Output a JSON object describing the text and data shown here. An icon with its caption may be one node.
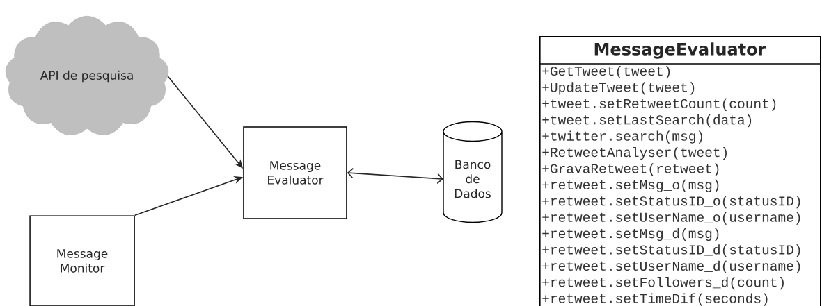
{
  "diagram": {
    "nodes": [
      {
        "text": [
          "API de pesquisa"
        ]
      },
      {
        "text": [
          "Message Evaluator"
        ]
      },
      {
        "text": [
          "Banco de Dados"
        ]
      },
      {
        "text": [
          "Message Monitor"
        ]
      },
      {
        "text": [
          "MessageEvaluator",
          "+GetTweet(tweet)",
          "+UpdateTweet(tweet)",
          "+tweet.setRetweetCount(count)",
          "+tweet.setLastSearch(data)",
          "+twitter.search(msg)",
          "+RetweetAnalyser(tweet)",
          "+GravaRetweet(retweet)",
          "+retweet.setMsg_o(msg)",
          "+retweet.setStatusID_o(statusID)",
          "+retweet.setUserName_o(username)",
          "+retweet.setMsg_d(msg)",
          "+retweet.setStatusID_d(statusID)",
          "+retweet.setUserName_d(username)",
          "+retweet.setFollowers_d(count)",
          "+retweet.setTimeDif(seconds)"
        ]
      }
    ],
    "edges": [
      {
        "from": 0,
        "to": 1,
        "arrow": "to"
      },
      {
        "from": 3,
        "to": 1,
        "arrow": "to"
      },
      {
        "from": 1,
        "to": 2,
        "arrow": "both"
      }
    ]
  }
}
